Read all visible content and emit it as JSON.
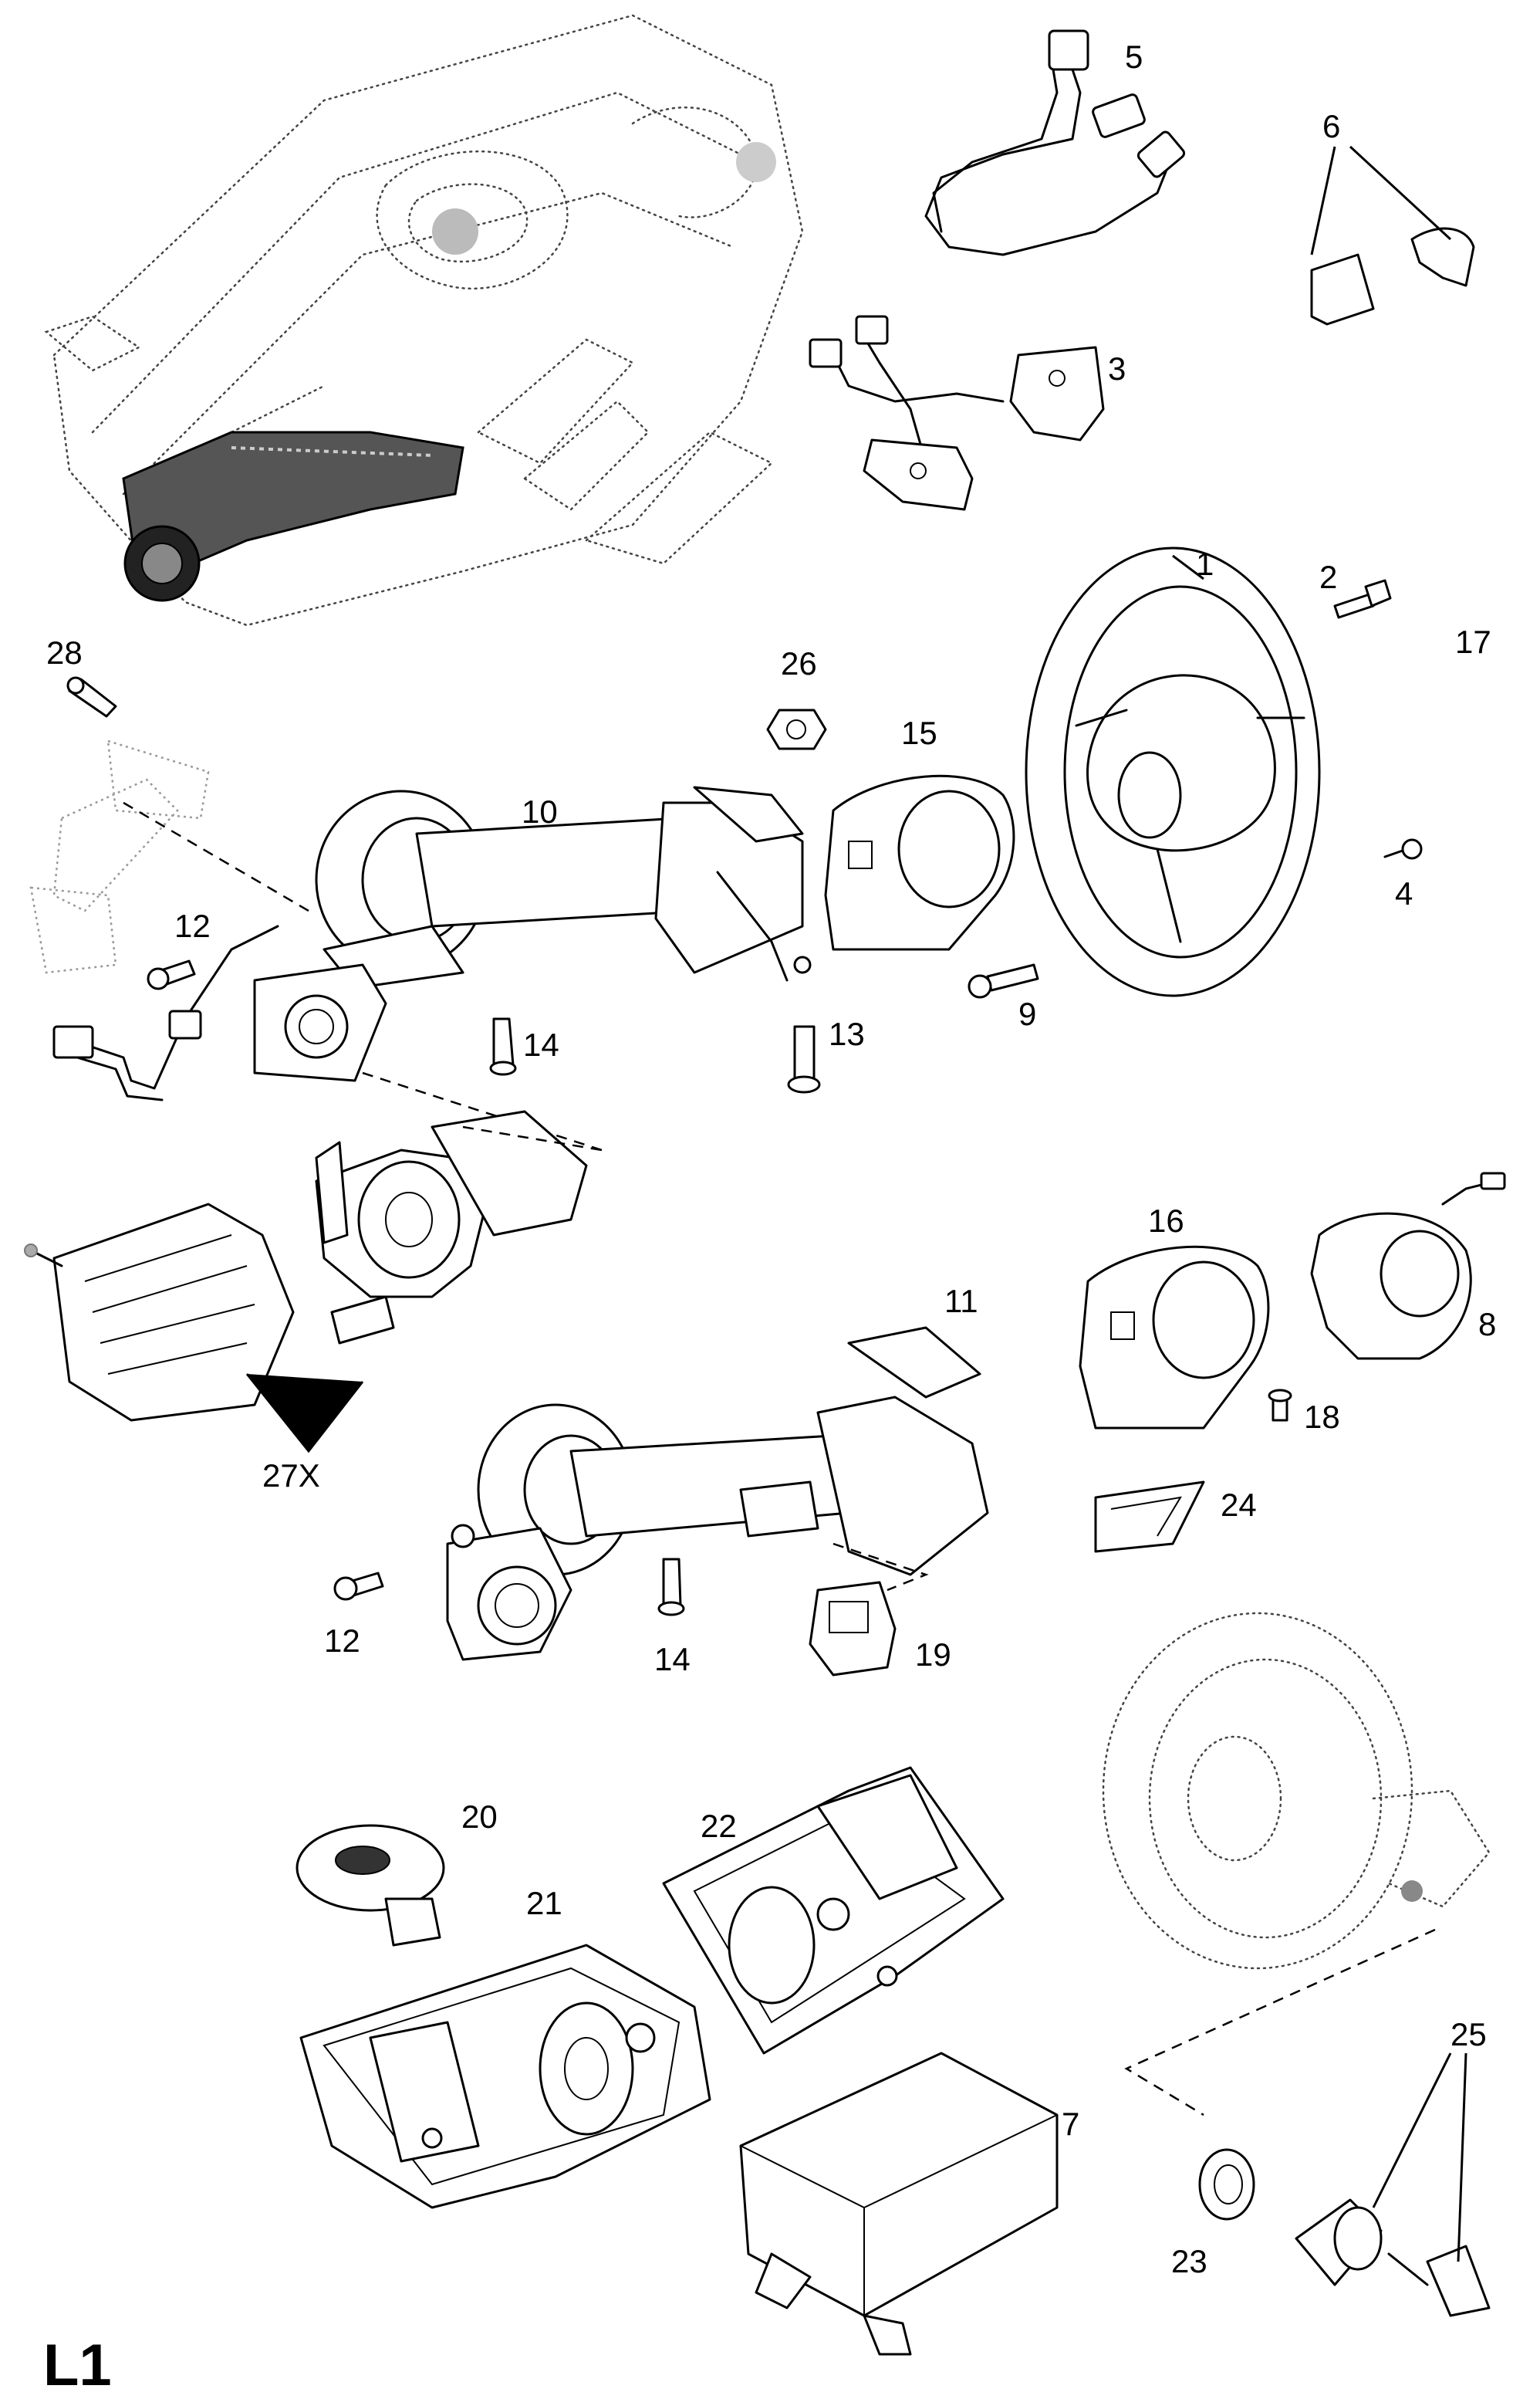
{
  "page_label": "L1",
  "callouts": {
    "c1": "1",
    "c2": "2",
    "c3": "3",
    "c4": "4",
    "c5": "5",
    "c6": "6",
    "c7": "7",
    "c8": "8",
    "c9": "9",
    "c10": "10",
    "c11": "11",
    "c12a": "12",
    "c12b": "12",
    "c13": "13",
    "c14a": "14",
    "c14b": "14",
    "c15": "15",
    "c16": "16",
    "c17": "17",
    "c18": "18",
    "c19": "19",
    "c20": "20",
    "c21": "21",
    "c22": "22",
    "c23": "23",
    "c24": "24",
    "c25": "25",
    "c26": "26",
    "c27x": "27X",
    "c28": "28"
  }
}
